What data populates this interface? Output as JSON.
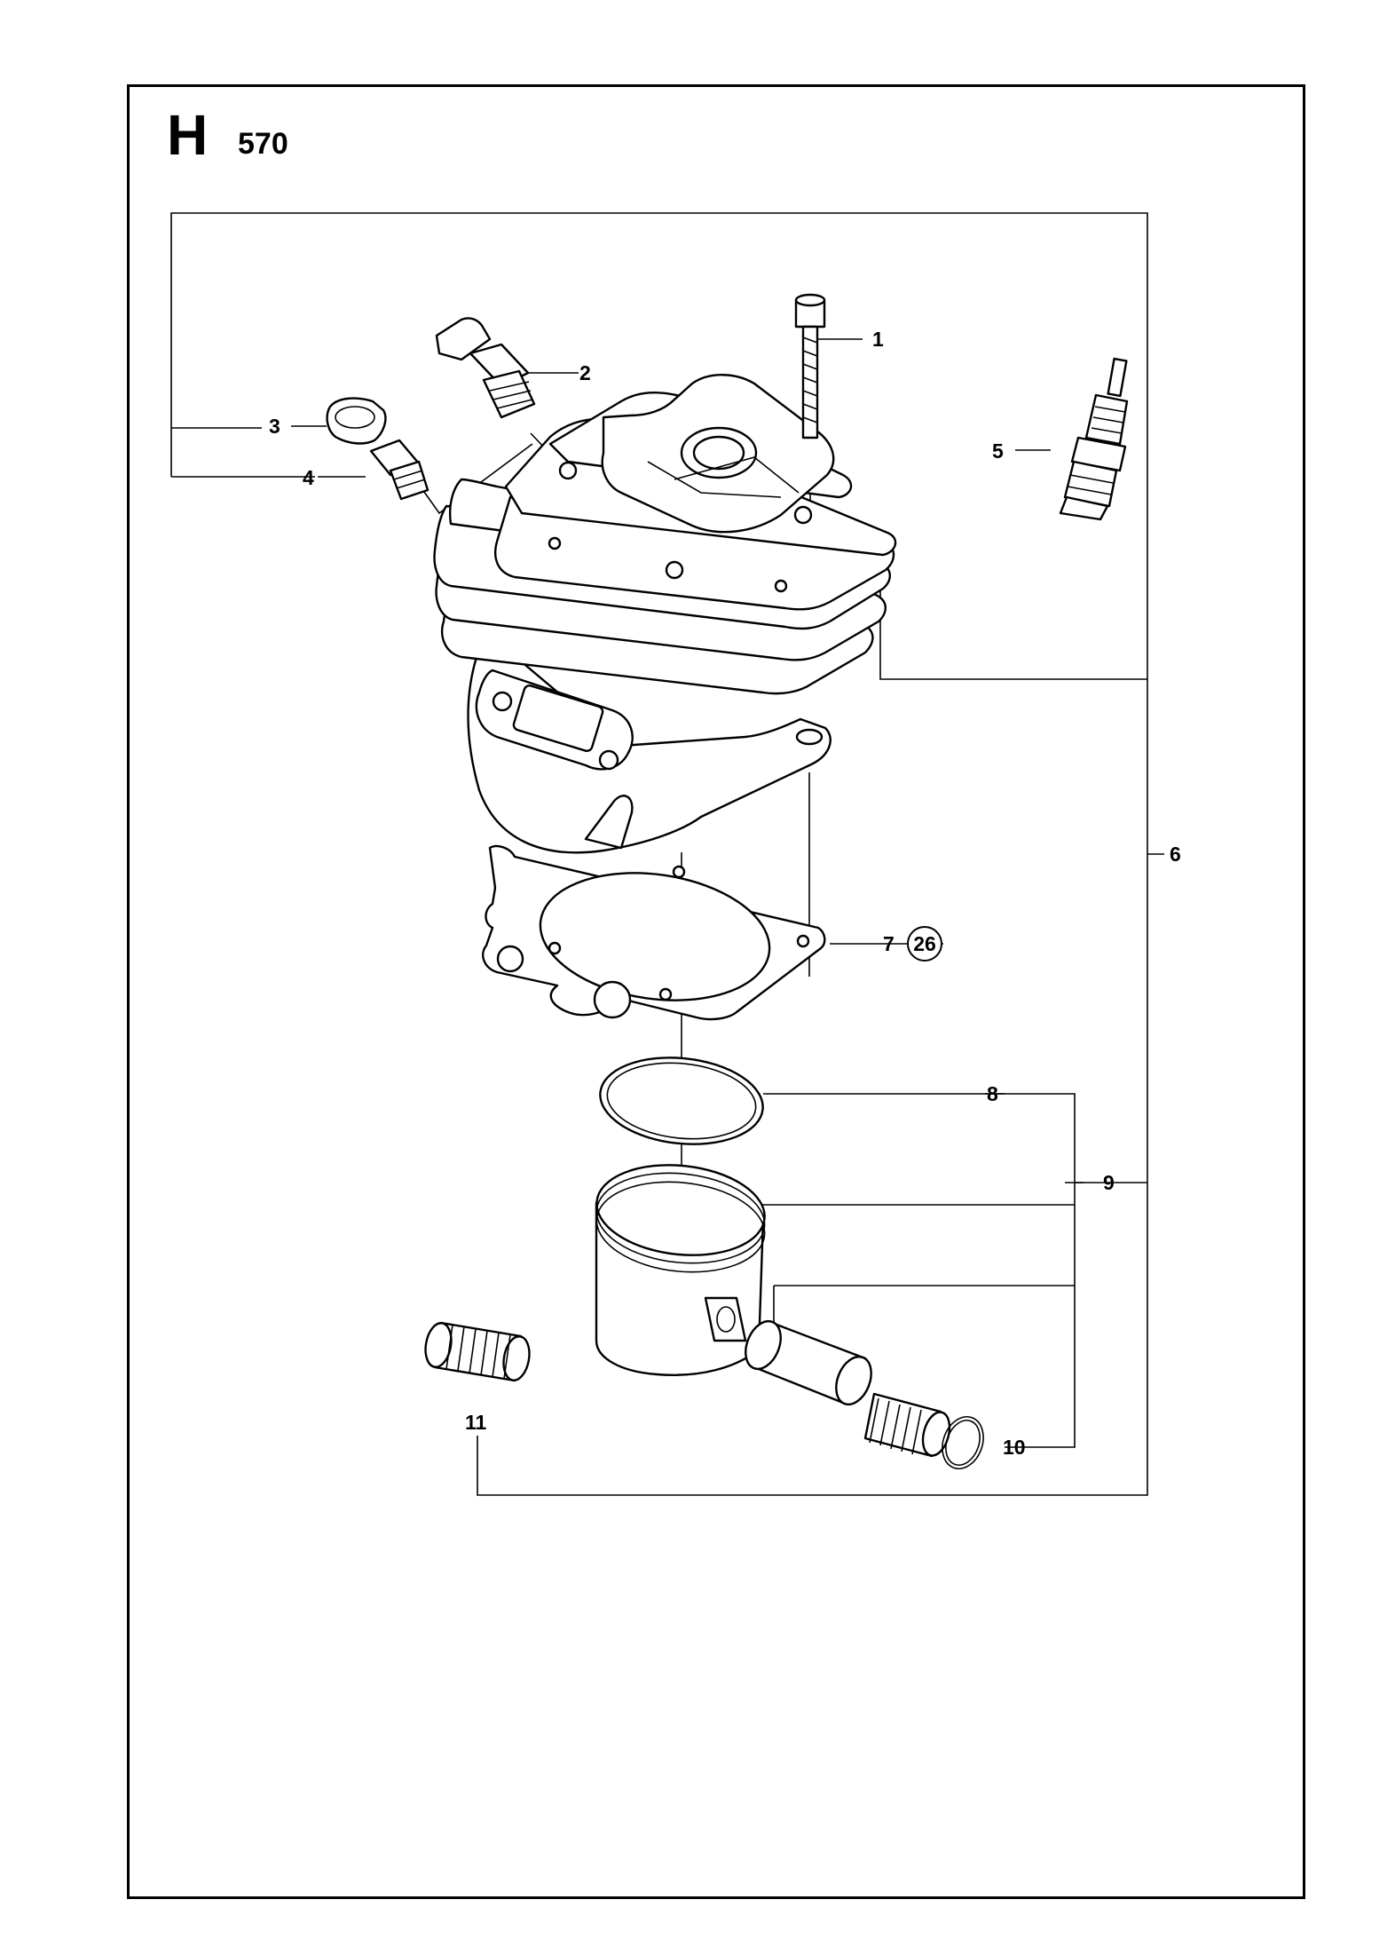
{
  "header": {
    "section_letter": "H",
    "model_number": "570"
  },
  "callouts": [
    {
      "id": "1",
      "label": "1"
    },
    {
      "id": "2",
      "label": "2"
    },
    {
      "id": "3",
      "label": "3"
    },
    {
      "id": "4",
      "label": "4"
    },
    {
      "id": "5",
      "label": "5"
    },
    {
      "id": "6",
      "label": "6"
    },
    {
      "id": "7",
      "label": "7"
    },
    {
      "id": "8",
      "label": "8"
    },
    {
      "id": "9",
      "label": "9"
    },
    {
      "id": "10",
      "label": "10"
    },
    {
      "id": "11",
      "label": "11"
    }
  ],
  "reference_badge": {
    "label": "26"
  },
  "icons": [
    "cylinder-icon",
    "screw-icon",
    "decompression-valve-icon",
    "plug-cap-icon",
    "spark-plug-icon",
    "gasket-icon",
    "piston-ring-icon",
    "piston-icon",
    "piston-pin-icon",
    "needle-bearing-icon",
    "circlip-icon"
  ]
}
